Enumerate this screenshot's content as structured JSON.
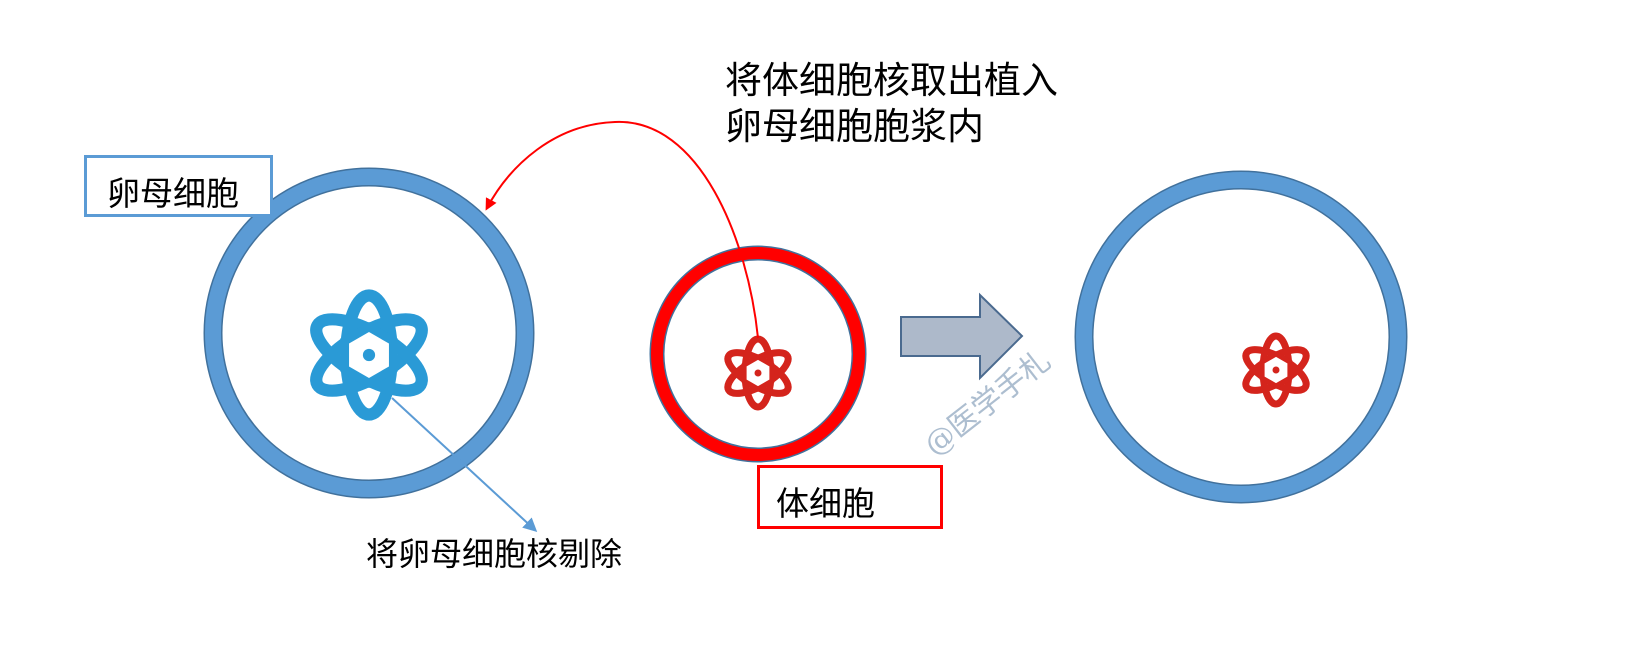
{
  "title_text": {
    "line1": "将体细胞核取出植入",
    "line2": "卵母细胞胞浆内"
  },
  "labels": {
    "oocyte": "卵母细胞",
    "somatic_cell": "体细胞",
    "remove_nucleus": "将卵母细胞核剔除"
  },
  "watermark": "@医学手札",
  "icons": {
    "oocyte_nucleus": "atom-icon",
    "somatic_nucleus": "atom-icon",
    "result_nucleus": "atom-icon",
    "process_arrow": "right-arrow-icon"
  },
  "colors": {
    "cell_blue": "#5b9bd5",
    "cell_blue_border": "#41719c",
    "nucleus_blue": "#2a9ad6",
    "nucleus_red": "#d4241c",
    "somatic_ring_red": "#ff0000",
    "transfer_arrow_red": "#ff0000",
    "process_arrow_fill": "#adb9ca",
    "process_arrow_border": "#4a6a8f",
    "pointer_arrow_blue": "#5b9bd5"
  }
}
